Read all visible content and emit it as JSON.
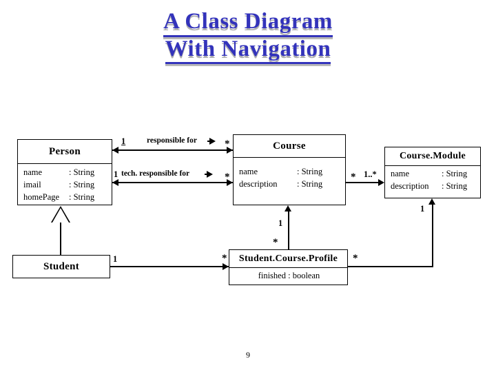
{
  "slide": {
    "title_line1": "A Class Diagram",
    "title_line2": "With Navigation",
    "title_color": "#3333bb",
    "title_shadow_color": "#b0b0b0",
    "page_number": "9",
    "background": "#ffffff"
  },
  "classes": {
    "person": {
      "name": "Person",
      "attributes": [
        {
          "name": "name",
          "type": ": String"
        },
        {
          "name": "imail",
          "type": ": String"
        },
        {
          "name": "homePage",
          "type": ": String"
        }
      ]
    },
    "student": {
      "name": "Student",
      "attributes": []
    },
    "course": {
      "name": "Course",
      "attributes": [
        {
          "name": "name",
          "type": ": String"
        },
        {
          "name": "description",
          "type": ": String"
        }
      ]
    },
    "course_module": {
      "name": "Course.Module",
      "attributes": [
        {
          "name": "name",
          "type": ": String"
        },
        {
          "name": "description",
          "type": ": String"
        }
      ]
    },
    "student_course_profile": {
      "name": "Student.Course.Profile",
      "attributes": [
        {
          "name": "finished : boolean",
          "type": ""
        }
      ]
    }
  },
  "associations": {
    "person_responsible_course": {
      "label": "responsible for",
      "navigation_marker": "filled-triangle-right",
      "source_multiplicity": "1",
      "target_multiplicity": "*"
    },
    "person_tech_responsible_course": {
      "label": "tech. responsible for",
      "navigation_marker": "filled-triangle-right",
      "source_multiplicity": "1",
      "target_multiplicity": "*"
    },
    "course_coursemodule": {
      "label": "",
      "source_multiplicity": "*",
      "target_multiplicity": "1..*"
    },
    "student_profile": {
      "label": "",
      "source_multiplicity": "1",
      "target_multiplicity": "*"
    },
    "profile_course": {
      "label": "",
      "source_multiplicity": "*",
      "target_multiplicity": "1"
    },
    "profile_coursemodule": {
      "label": "",
      "source_multiplicity": "*",
      "target_multiplicity": "1"
    },
    "student_generalization_person": {
      "label": "",
      "marker": "hollow-triangle"
    }
  }
}
